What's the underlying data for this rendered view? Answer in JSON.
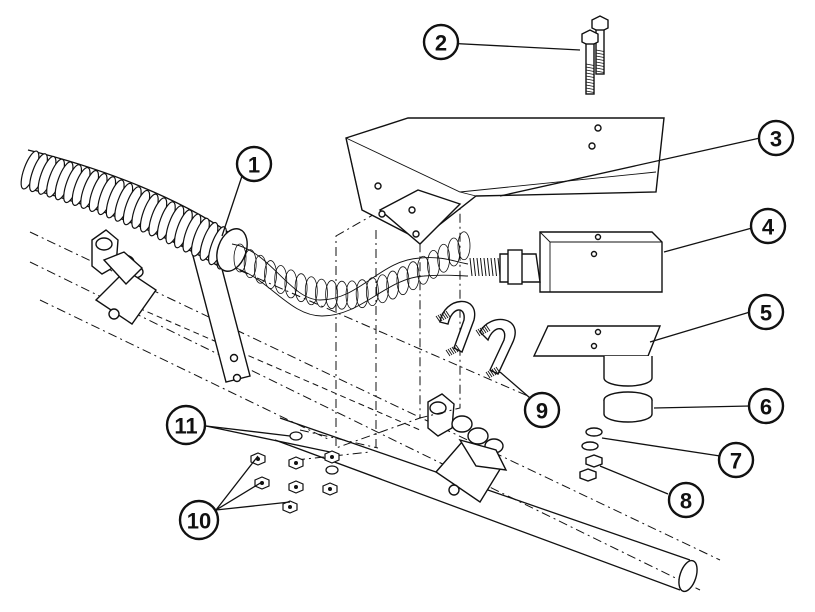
{
  "diagram": {
    "callouts": [
      {
        "id": "callout-1",
        "text": "1"
      },
      {
        "id": "callout-2",
        "text": "2"
      },
      {
        "id": "callout-3",
        "text": "3"
      },
      {
        "id": "callout-4",
        "text": "4"
      },
      {
        "id": "callout-5",
        "text": "5"
      },
      {
        "id": "callout-6",
        "text": "6"
      },
      {
        "id": "callout-7",
        "text": "7"
      },
      {
        "id": "callout-8",
        "text": "8"
      },
      {
        "id": "callout-9",
        "text": "9"
      },
      {
        "id": "callout-10",
        "text": "10"
      },
      {
        "id": "callout-11",
        "text": "11"
      }
    ]
  }
}
